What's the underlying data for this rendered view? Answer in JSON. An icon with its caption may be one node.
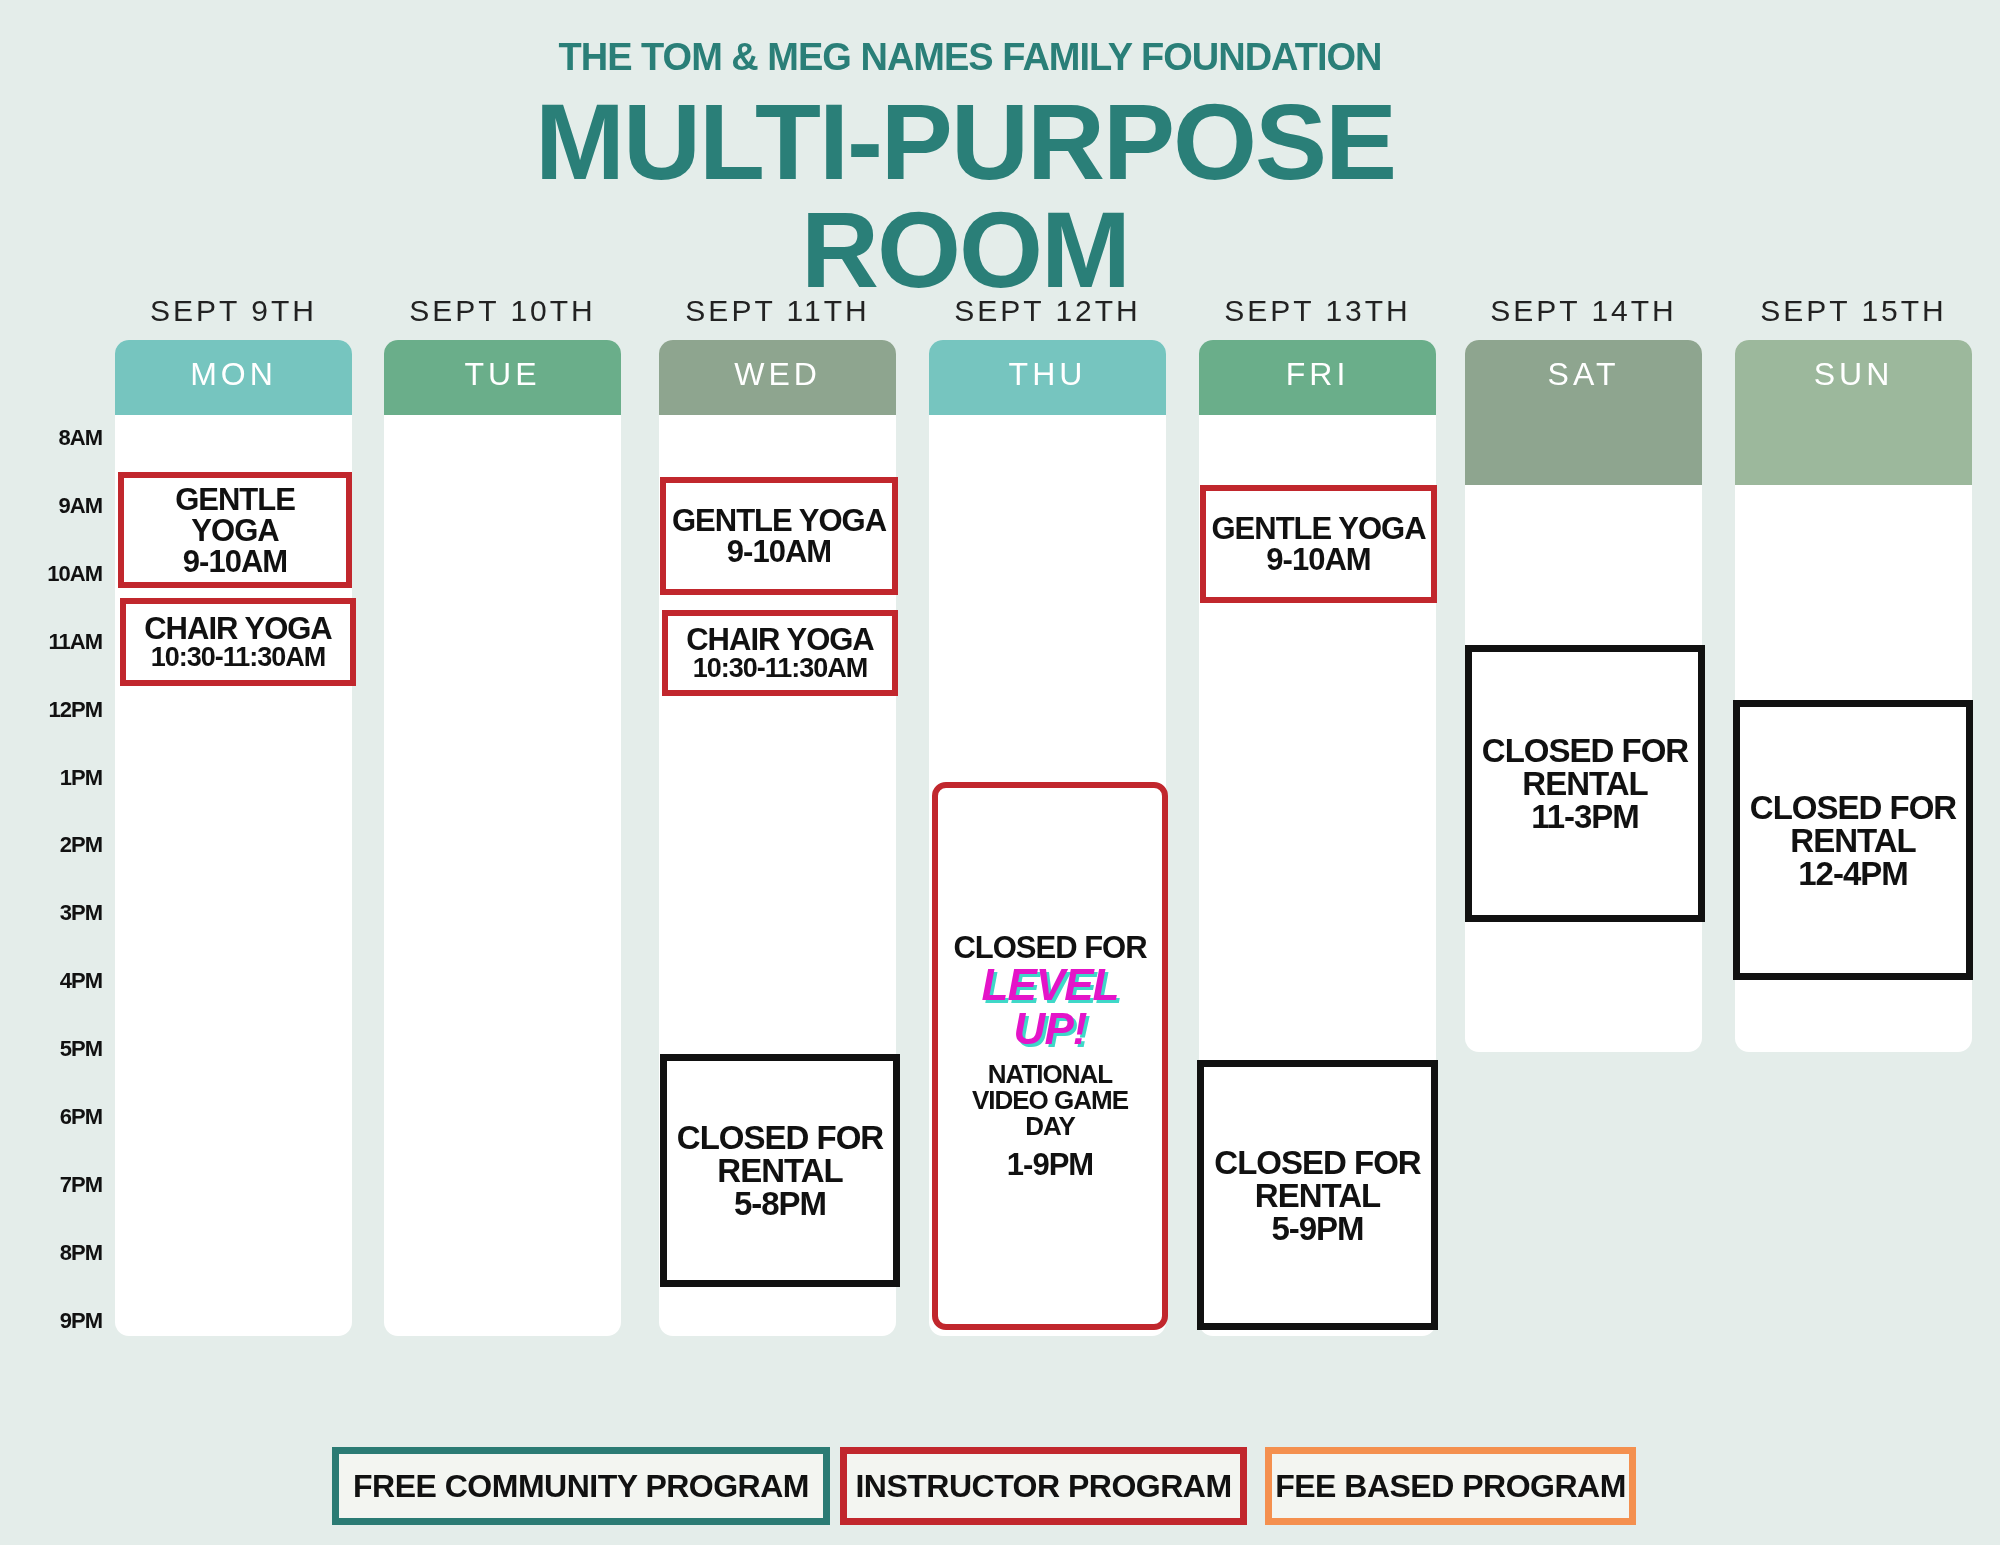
{
  "diagram": {
    "title": "MULTI-PURPOSE ROOM",
    "nodes": [
      {
        "text": [
          "MON"
        ],
        "beside": [
          "SEPT 9TH"
        ]
      },
      {
        "text": [
          "TUE"
        ],
        "beside": [
          "SEPT 10TH"
        ]
      },
      {
        "text": [
          "WED"
        ],
        "beside": [
          "SEPT 11TH"
        ]
      },
      {
        "text": [
          "THU"
        ],
        "beside": [
          "SEPT 12TH"
        ]
      },
      {
        "text": [
          "FRI"
        ],
        "beside": [
          "SEPT 13TH"
        ]
      },
      {
        "text": [
          "SAT"
        ],
        "beside": [
          "SEPT 14TH"
        ]
      },
      {
        "text": [
          "SUN"
        ],
        "beside": [
          "SEPT 15TH"
        ]
      },
      {
        "text": [
          "GENTLE YOGA",
          "9-10AM"
        ],
        "in": 0
      },
      {
        "text": [
          "CHAIR YOGA",
          "10:30-11:30AM"
        ],
        "in": 0
      },
      {
        "text": [
          "GENTLE YOGA",
          "9-10AM"
        ],
        "in": 2
      },
      {
        "text": [
          "CHAIR YOGA",
          "10:30-11:30AM"
        ],
        "in": 2
      },
      {
        "text": [
          "CLOSED FOR RENTAL",
          "5-8PM"
        ],
        "in": 2
      },
      {
        "text": [
          "CLOSED FOR",
          "LEVEL UP!",
          "NATIONAL VIDEO GAME DAY",
          "1-9PM"
        ],
        "in": 3
      },
      {
        "text": [
          "GENTLE YOGA",
          "9-10AM"
        ],
        "in": 4
      },
      {
        "text": [
          "CLOSED FOR RENTAL",
          "5-9PM"
        ],
        "in": 4
      },
      {
        "text": [
          "CLOSED FOR RENTAL",
          "11-3PM"
        ],
        "in": 5
      },
      {
        "text": [
          "CLOSED FOR RENTAL",
          "12-4PM"
        ],
        "in": 6
      }
    ],
    "labels": [
      "THE TOM & MEG NAMES FAMILY FOUNDATION",
      "8AM",
      "9AM",
      "10AM",
      "11AM",
      "12PM",
      "1PM",
      "2PM",
      "3PM",
      "4PM",
      "5PM",
      "6PM",
      "7PM",
      "8PM",
      "9PM"
    ],
    "legend": [
      {
        "text": "FREE COMMUNITY PROGRAM",
        "color": "#2b7b74"
      },
      {
        "text": "INSTRUCTOR PROGRAM",
        "color": "#c1272d"
      },
      {
        "text": "FEE BASED PROGRAM",
        "color": "#f4904f"
      }
    ]
  }
}
